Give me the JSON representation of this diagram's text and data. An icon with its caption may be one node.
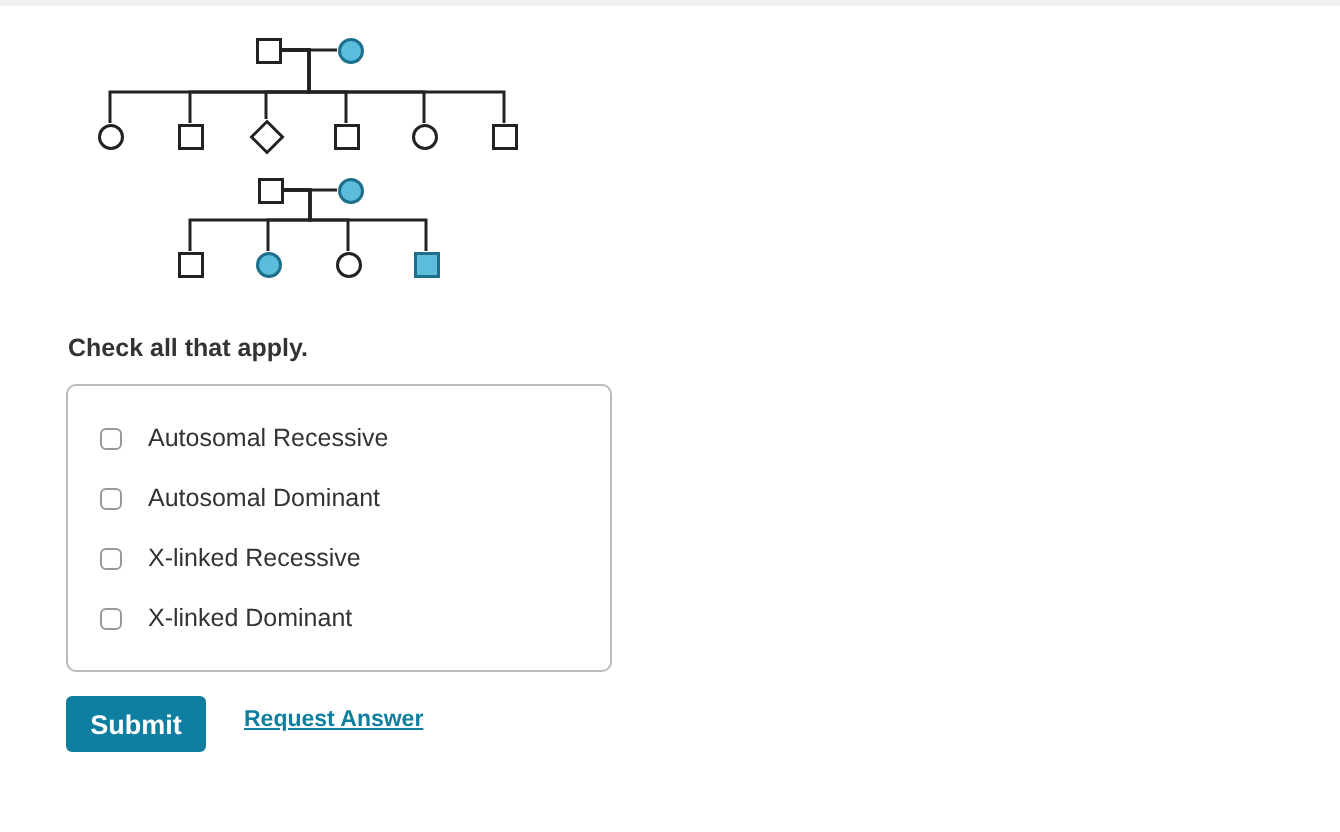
{
  "diagram": {
    "nodes": [
      {
        "text": [],
        "shape": "box"
      },
      {
        "text": [],
        "shape": "circle"
      },
      {
        "text": [],
        "shape": "circle"
      },
      {
        "text": [],
        "shape": "box"
      },
      {
        "text": [],
        "shape": "diamond"
      },
      {
        "text": [],
        "shape": "box"
      },
      {
        "text": [],
        "shape": "circle"
      },
      {
        "text": [],
        "shape": "box"
      },
      {
        "text": [],
        "shape": "box"
      },
      {
        "text": [],
        "shape": "circle"
      },
      {
        "text": [],
        "shape": "box"
      },
      {
        "text": [],
        "shape": "circle"
      },
      {
        "text": [],
        "shape": "circle"
      },
      {
        "text": [],
        "shape": "box"
      }
    ],
    "edges": [
      {
        "from": 0,
        "to": 1,
        "arrow": "none"
      },
      {
        "from": 0,
        "to": 2,
        "arrow": "none"
      },
      {
        "from": 0,
        "to": 3,
        "arrow": "none"
      },
      {
        "from": 0,
        "to": 4,
        "arrow": "none"
      },
      {
        "from": 0,
        "to": 5,
        "arrow": "none"
      },
      {
        "from": 0,
        "to": 6,
        "arrow": "none"
      },
      {
        "from": 0,
        "to": 7,
        "arrow": "none"
      },
      {
        "from": 8,
        "to": 9,
        "arrow": "none"
      },
      {
        "from": 8,
        "to": 10,
        "arrow": "none"
      },
      {
        "from": 8,
        "to": 11,
        "arrow": "none"
      },
      {
        "from": 8,
        "to": 12,
        "arrow": "none"
      },
      {
        "from": 8,
        "to": 13,
        "arrow": "none"
      }
    ],
    "labels": [
      "Check all that apply.",
      "Autosomal Recessive",
      "Autosomal Dominant",
      "X-linked Recessive",
      "X-linked Dominant",
      "Submit",
      "Request Answer"
    ]
  }
}
